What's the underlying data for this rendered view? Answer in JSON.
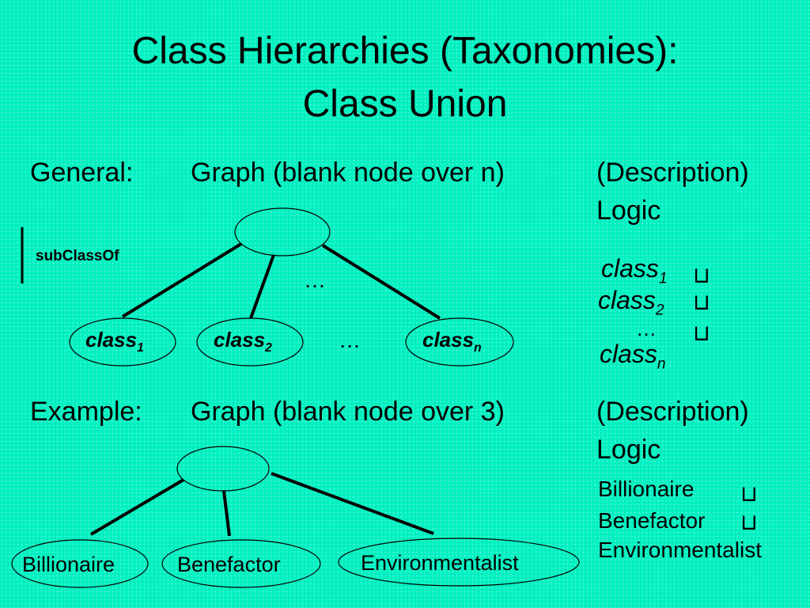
{
  "title": {
    "line1": "Class Hierarchies (Taxonomies):",
    "line2": "Class Union"
  },
  "general": {
    "label": "General:",
    "graph_heading": "Graph (blank node over n)",
    "logic_heading_1": "(Description)",
    "logic_heading_2": "Logic",
    "legend_label": "subClassOf",
    "nodes": {
      "class1": "class",
      "class1_sub": "1",
      "class2": "class",
      "class2_sub": "2",
      "ellipsis": "…",
      "classn": "class",
      "classn_sub": "n"
    },
    "top_ellipsis": "…",
    "logic": {
      "line1": "class",
      "line1_sub": "1",
      "line2": "class",
      "line2_sub": "2",
      "line3": "…",
      "line4": "class",
      "line4_sub": "n",
      "union_symbol": "⊔"
    }
  },
  "example": {
    "label": "Example:",
    "graph_heading": "Graph (blank node over 3)",
    "logic_heading_1": "(Description)",
    "logic_heading_2": "Logic",
    "nodes": [
      "Billionaire",
      "Benefactor",
      "Environmentalist"
    ],
    "logic": {
      "line1": "Billionaire",
      "line2": "Benefactor",
      "line3": "Environmentalist",
      "union_symbol": "⊔"
    }
  }
}
